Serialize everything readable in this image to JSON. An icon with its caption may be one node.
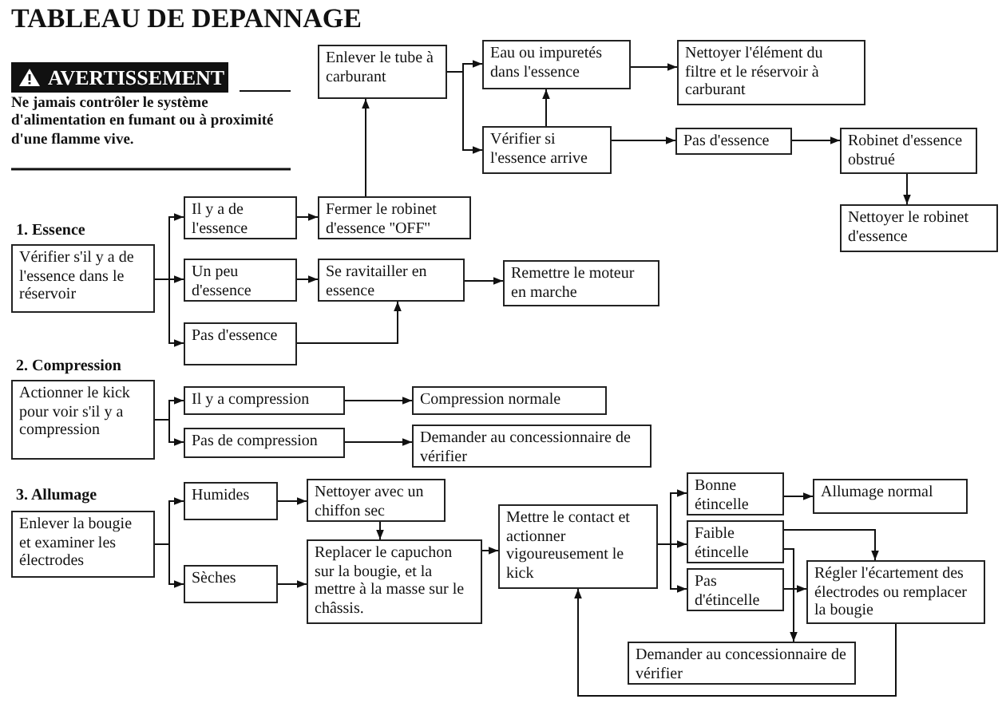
{
  "diagram": {
    "title": "TABLEAU DE DEPANNAGE",
    "nodes": [
      {
        "text": [
          "Enlever le tube à carburant"
        ]
      },
      {
        "text": [
          "Eau ou impuretés dans l'essence"
        ]
      },
      {
        "text": [
          "Nettoyer l'élément du filtre et le réservoir à carburant"
        ]
      },
      {
        "text": [
          "Vérifier si l'essence arrive"
        ]
      },
      {
        "text": [
          "Pas d'essence"
        ]
      },
      {
        "text": [
          "Robinet d'essence obstrué"
        ]
      },
      {
        "text": [
          "Nettoyer le robinet d'essence"
        ]
      },
      {
        "text": [
          "Vérifier s'il y a de l'essence dans le réservoir"
        ]
      },
      {
        "text": [
          "Il y a de l'essence"
        ]
      },
      {
        "text": [
          "Fermer le robinet d'essence ''OFF''"
        ]
      },
      {
        "text": [
          "Un peu d'essence"
        ]
      },
      {
        "text": [
          "Se ravitailler en essence"
        ]
      },
      {
        "text": [
          "Remettre le moteur en marche"
        ]
      },
      {
        "text": [
          "Pas d'essence"
        ]
      },
      {
        "text": [
          "Actionner le kick pour voir s'il y a compression"
        ]
      },
      {
        "text": [
          "Il y a compression"
        ]
      },
      {
        "text": [
          "Pas de compression"
        ]
      },
      {
        "text": [
          "Compression normale"
        ]
      },
      {
        "text": [
          "Demander au concessionnaire de vérifier"
        ]
      },
      {
        "text": [
          "Enlever la bougie et examiner les électrodes"
        ]
      },
      {
        "text": [
          "Humides"
        ]
      },
      {
        "text": [
          "Nettoyer avec un chiffon sec"
        ]
      },
      {
        "text": [
          "Sèches"
        ]
      },
      {
        "text": [
          "Replacer le capuchon sur la bougie, et la mettre à la masse sur le châssis."
        ]
      },
      {
        "text": [
          "Mettre le contact et actionner vigoureusement le kick"
        ]
      },
      {
        "text": [
          "Bonne étincelle"
        ]
      },
      {
        "text": [
          "Allumage normal"
        ]
      },
      {
        "text": [
          "Faible étincelle"
        ]
      },
      {
        "text": [
          "Pas d'étincelle"
        ]
      },
      {
        "text": [
          "Régler l'écartement des électrodes ou remplacer la bougie"
        ]
      },
      {
        "text": [
          "Demander au concessionnaire de vérifier"
        ]
      }
    ],
    "edges": [
      {
        "from": 0,
        "to": 1,
        "arrow": "to"
      },
      {
        "from": 0,
        "to": 3,
        "arrow": "to"
      },
      {
        "from": 3,
        "to": 1,
        "arrow": "to"
      },
      {
        "from": 1,
        "to": 2,
        "arrow": "to"
      },
      {
        "from": 3,
        "to": 4,
        "arrow": "to"
      },
      {
        "from": 4,
        "to": 5,
        "arrow": "to"
      },
      {
        "from": 5,
        "to": 6,
        "arrow": "to"
      },
      {
        "from": 7,
        "to": 8,
        "arrow": "to"
      },
      {
        "from": 7,
        "to": 10,
        "arrow": "to"
      },
      {
        "from": 7,
        "to": 13,
        "arrow": "to"
      },
      {
        "from": 8,
        "to": 9,
        "arrow": "to"
      },
      {
        "from": 9,
        "to": 0,
        "arrow": "to"
      },
      {
        "from": 10,
        "to": 11,
        "arrow": "to"
      },
      {
        "from": 13,
        "to": 11,
        "arrow": "to"
      },
      {
        "from": 11,
        "to": 12,
        "arrow": "to"
      },
      {
        "from": 14,
        "to": 15,
        "arrow": "to"
      },
      {
        "from": 14,
        "to": 16,
        "arrow": "to"
      },
      {
        "from": 15,
        "to": 17,
        "arrow": "to"
      },
      {
        "from": 16,
        "to": 18,
        "arrow": "to"
      },
      {
        "from": 19,
        "to": 20,
        "arrow": "to"
      },
      {
        "from": 19,
        "to": 22,
        "arrow": "to"
      },
      {
        "from": 20,
        "to": 21,
        "arrow": "to"
      },
      {
        "from": 22,
        "to": 23,
        "arrow": "to"
      },
      {
        "from": 21,
        "to": 23,
        "arrow": "to"
      },
      {
        "from": 23,
        "to": 24,
        "arrow": "to"
      },
      {
        "from": 24,
        "to": 25,
        "arrow": "to"
      },
      {
        "from": 24,
        "to": 27,
        "arrow": "to"
      },
      {
        "from": 24,
        "to": 28,
        "arrow": "to"
      },
      {
        "from": 25,
        "to": 26,
        "arrow": "to"
      },
      {
        "from": 27,
        "to": 29,
        "arrow": "to"
      },
      {
        "from": 27,
        "to": 30,
        "arrow": "to"
      },
      {
        "from": 28,
        "to": 29,
        "arrow": "to"
      },
      {
        "from": 29,
        "to": 24,
        "arrow": "to"
      }
    ],
    "labels": [
      "AVERTISSEMENT",
      "Ne jamais contrôler le système d'alimentation en fumant ou à proximité d'une flamme vive.",
      "1. Essence",
      "2. Compression",
      "3. Allumage"
    ]
  }
}
